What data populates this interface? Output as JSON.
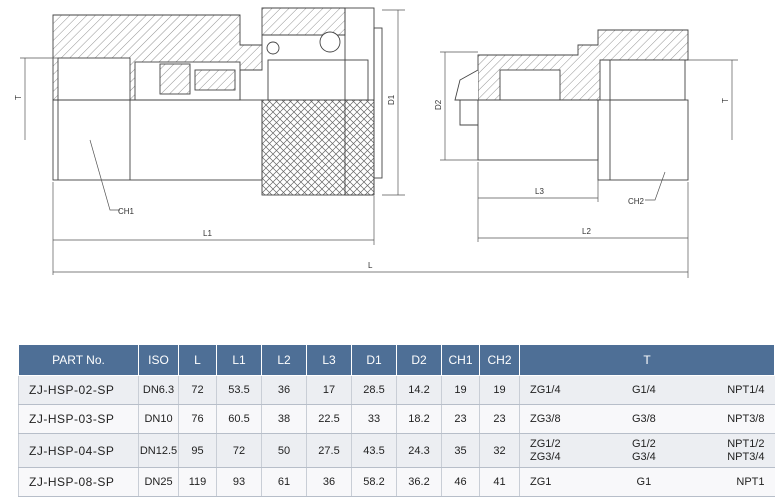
{
  "labels": {
    "T_left": "T",
    "T_right": "T",
    "D1": "D1",
    "D2": "D2",
    "CH1": "CH1",
    "CH2": "CH2",
    "L": "L",
    "L1": "L1",
    "L2": "L2",
    "L3": "L3"
  },
  "table": {
    "headers": [
      "PART No.",
      "ISO",
      "L",
      "L1",
      "L2",
      "L3",
      "D1",
      "D2",
      "CH1",
      "CH2",
      "T"
    ],
    "rows": [
      {
        "part": "ZJ-HSP-02-SP",
        "iso": "DN6.3",
        "L": "72",
        "L1": "53.5",
        "L2": "36",
        "L3": "17",
        "D1": "28.5",
        "D2": "14.2",
        "CH1": "19",
        "CH2": "19",
        "T1": "ZG1/4",
        "T2": "G1/4",
        "T3": "NPT1/4"
      },
      {
        "part": "ZJ-HSP-03-SP",
        "iso": "DN10",
        "L": "76",
        "L1": "60.5",
        "L2": "38",
        "L3": "22.5",
        "D1": "33",
        "D2": "18.2",
        "CH1": "23",
        "CH2": "23",
        "T1": "ZG3/8",
        "T2": "G3/8",
        "T3": "NPT3/8"
      },
      {
        "part": "ZJ-HSP-04-SP",
        "iso": "DN12.5",
        "L": "95",
        "L1": "72",
        "L2": "50",
        "L3": "27.5",
        "D1": "43.5",
        "D2": "24.3",
        "CH1": "35",
        "CH2": "32",
        "T1": "ZG1/2\nZG3/4",
        "T2": "G1/2\nG3/4",
        "T3": "NPT1/2\nNPT3/4"
      },
      {
        "part": "ZJ-HSP-08-SP",
        "iso": "DN25",
        "L": "119",
        "L1": "93",
        "L2": "61",
        "L3": "36",
        "D1": "58.2",
        "D2": "36.2",
        "CH1": "46",
        "CH2": "41",
        "T1": "ZG1",
        "T2": "G1",
        "T3": "NPT1"
      }
    ]
  }
}
